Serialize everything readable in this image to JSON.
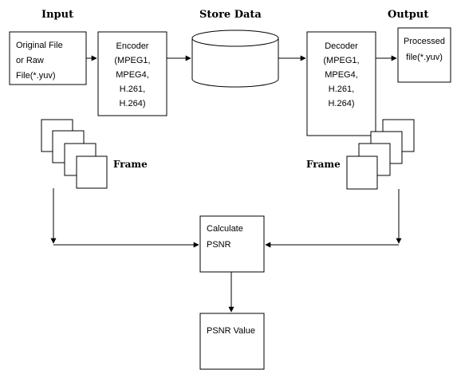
{
  "headers": {
    "input": "Input",
    "store": "Store Data",
    "output": "Output"
  },
  "boxes": {
    "original": [
      "Original File",
      "or Raw",
      "File(*.yuv)"
    ],
    "encoder": [
      "Encoder",
      "(MPEG1,",
      "MPEG4,",
      "H.261,",
      "H.264)"
    ],
    "decoder": [
      "Decoder",
      "(MPEG1,",
      "MPEG4,",
      "H.261,",
      "H.264)"
    ],
    "processed": [
      "Processed",
      "file(*.yuv)"
    ],
    "calculate": [
      "Calculate",
      "PSNR"
    ],
    "psnr_value": [
      "PSNR Value"
    ]
  },
  "frames": {
    "left": "Frame",
    "right": "Frame"
  }
}
